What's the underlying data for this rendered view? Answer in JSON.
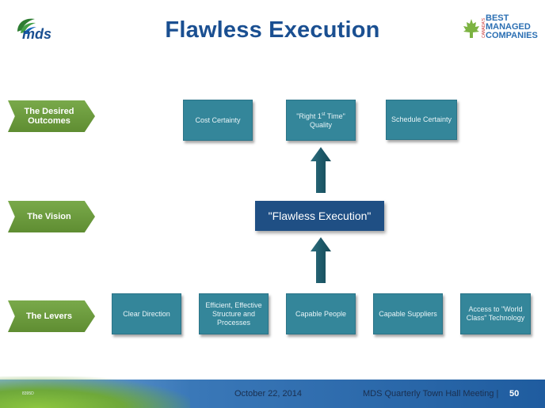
{
  "header": {
    "title": "Flawless Execution",
    "left_logo_text": "mds",
    "right_logo": {
      "line1": "BEST",
      "line2": "MANAGED",
      "line3": "COMPANIES",
      "side": "CANADA'S"
    }
  },
  "rows": {
    "outcomes_label": "The Desired Outcomes",
    "vision_label": "The Vision",
    "levers_label": "The Levers"
  },
  "outcomes": {
    "cost": "Cost Certainty",
    "right_first_prefix": "\"Right 1",
    "right_first_sup": "st",
    "right_first_suffix": " Time\"",
    "right_first_line2": "Quality",
    "schedule": "Schedule Certainty"
  },
  "vision": {
    "text": "\"Flawless Execution\""
  },
  "levers": {
    "clear_direction": "Clear Direction",
    "efficient": "Efficient, Effective Structure and Processes",
    "capable_people": "Capable People",
    "capable_suppliers": "Capable Suppliers",
    "world_class": "Access to \"World Class\" Technology"
  },
  "footer": {
    "date": "October 22, 2014",
    "meeting": "MDS Quarterly Town Hall Meeting |",
    "page": "50",
    "tiny": "8395D"
  },
  "colors": {
    "title": "#1a4f91",
    "chevron_green": "#6a9a3c",
    "teal_box": "#34869a",
    "vision_box": "#1f4f84",
    "arrow": "#1e5a6a"
  }
}
